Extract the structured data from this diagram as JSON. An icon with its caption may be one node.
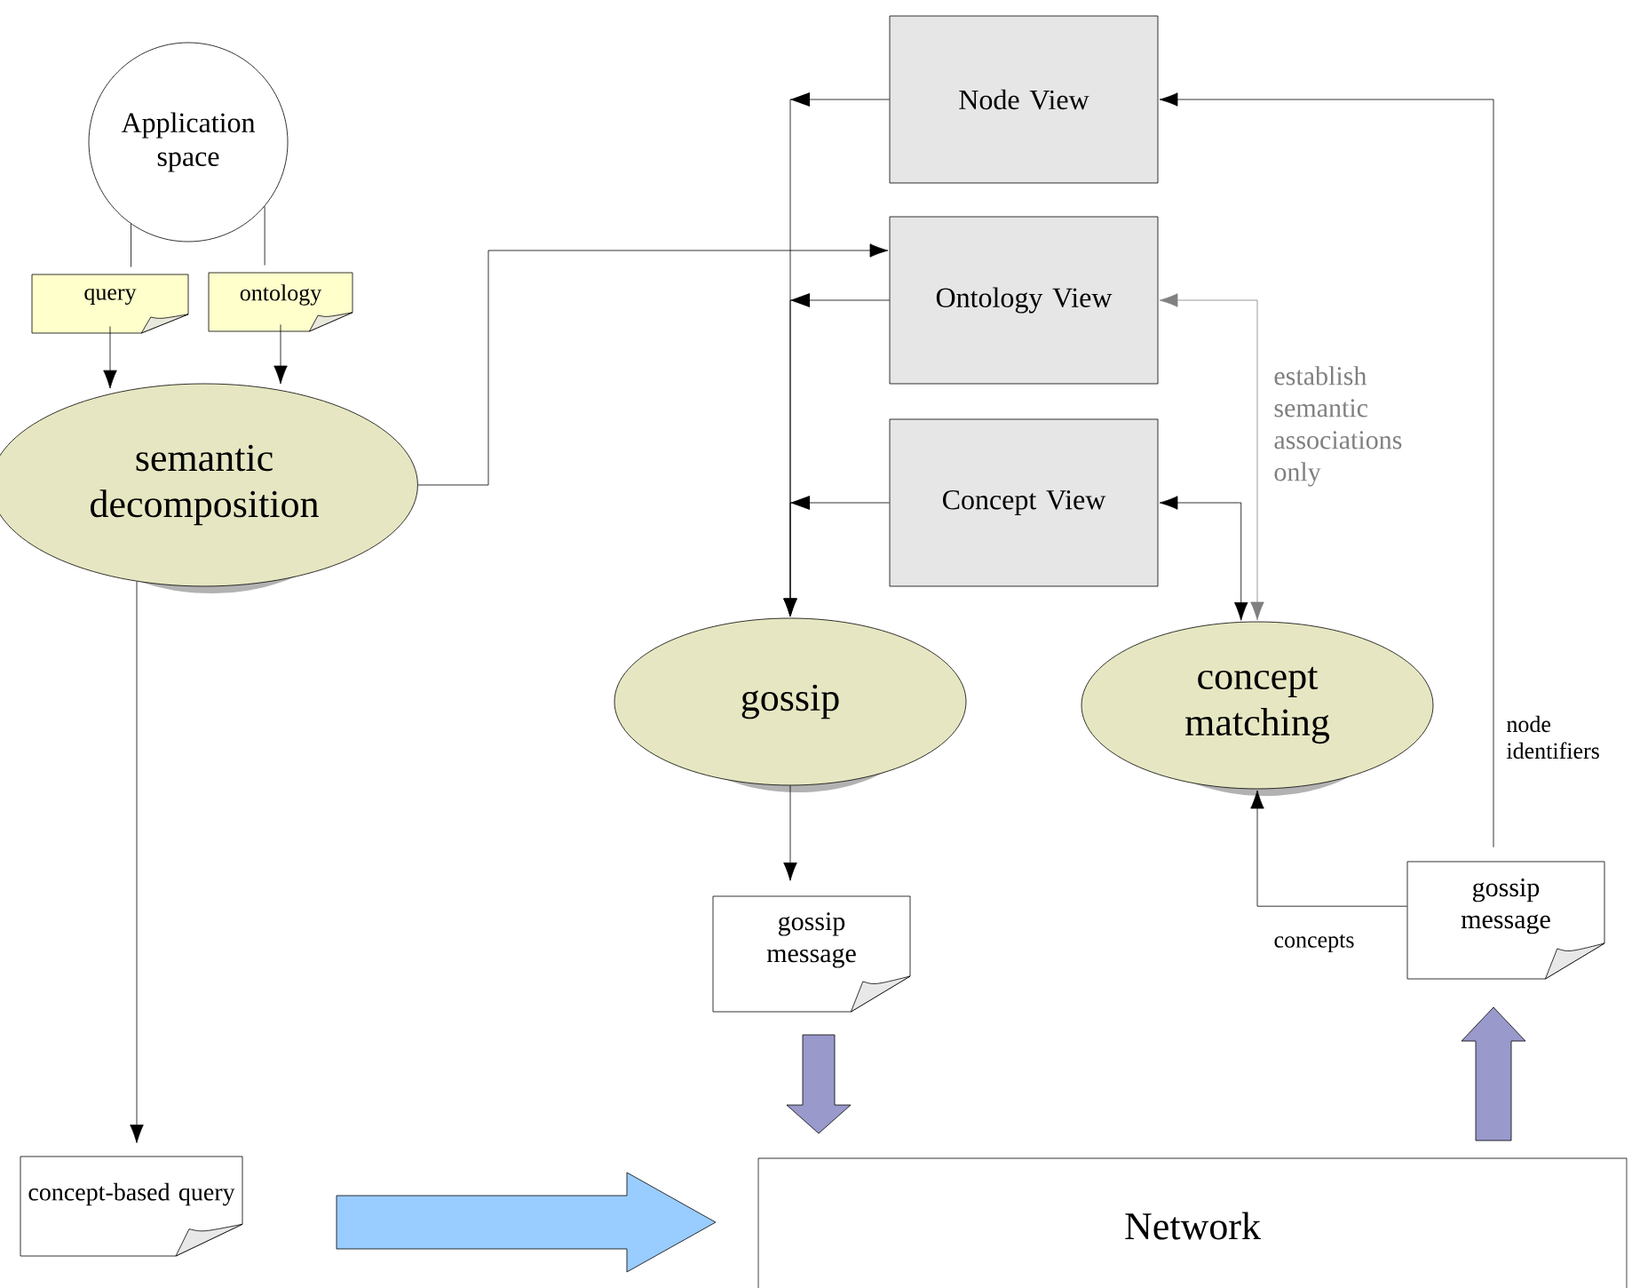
{
  "diagram": {
    "nodes": [
      {
        "text": [
          "Application space"
        ]
      },
      {
        "text": [
          "query"
        ]
      },
      {
        "text": [
          "ontology"
        ]
      },
      {
        "text": [
          "semantic decomposition"
        ]
      },
      {
        "text": [
          "Node View"
        ]
      },
      {
        "text": [
          "Ontology View"
        ]
      },
      {
        "text": [
          "Concept View"
        ]
      },
      {
        "text": [
          "gossip"
        ]
      },
      {
        "text": [
          "concept matching"
        ]
      },
      {
        "text": [
          "gossip message"
        ]
      },
      {
        "text": [
          "gossip message"
        ]
      },
      {
        "text": [
          "concept-based query"
        ]
      },
      {
        "text": [
          "Network"
        ]
      }
    ],
    "edges": [
      {
        "from": 0,
        "to": 1,
        "arrow": "none"
      },
      {
        "from": 0,
        "to": 2,
        "arrow": "none"
      },
      {
        "from": 1,
        "to": 3,
        "arrow": "to"
      },
      {
        "from": 2,
        "to": 3,
        "arrow": "to"
      },
      {
        "from": 3,
        "to": 5,
        "arrow": "to"
      },
      {
        "from": 3,
        "to": 11,
        "arrow": "to"
      },
      {
        "from": 4,
        "to": 7,
        "arrow": "to"
      },
      {
        "from": 5,
        "to": 7,
        "arrow": "to"
      },
      {
        "from": 6,
        "to": 7,
        "arrow": "to"
      },
      {
        "from": 10,
        "to": 4,
        "arrow": "to",
        "label": "node identifiers"
      },
      {
        "from": 6,
        "to": 8,
        "arrow": "both"
      },
      {
        "from": 5,
        "to": 8,
        "arrow": "both",
        "color": "#808080",
        "label": "establish semantic associations only"
      },
      {
        "from": 10,
        "to": 8,
        "arrow": "to",
        "label": "concepts"
      },
      {
        "from": 7,
        "to": 9,
        "arrow": "to"
      },
      {
        "from": 11,
        "to": 12,
        "arrow": "to",
        "style": "thick",
        "color": "#99ccff"
      },
      {
        "from": 9,
        "to": 12,
        "arrow": "to",
        "style": "thick",
        "color": "#9999cc"
      },
      {
        "from": 12,
        "to": 10,
        "arrow": "to",
        "style": "thick",
        "color": "#9999cc"
      }
    ]
  }
}
